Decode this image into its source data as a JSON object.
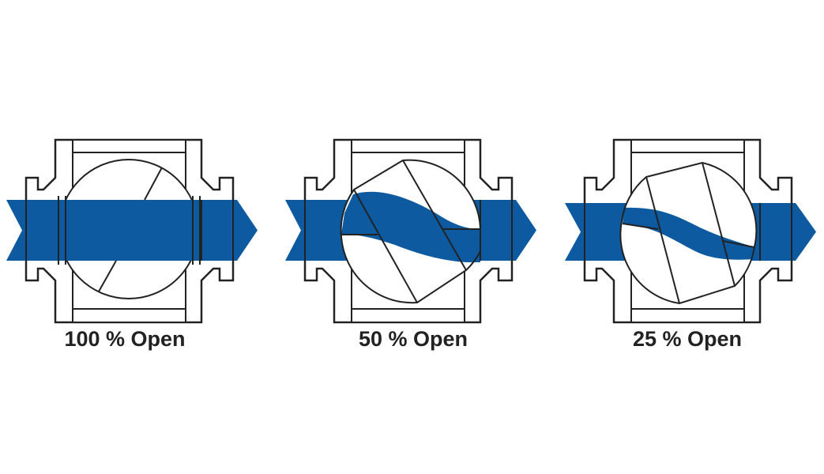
{
  "colors": {
    "flow": "#0d5aa0",
    "outline": "#222222",
    "background": "#ffffff"
  },
  "valves": [
    {
      "label": "100 % Open",
      "open_percent": 100
    },
    {
      "label": "50 % Open",
      "open_percent": 50
    },
    {
      "label": "25 % Open",
      "open_percent": 25
    }
  ]
}
